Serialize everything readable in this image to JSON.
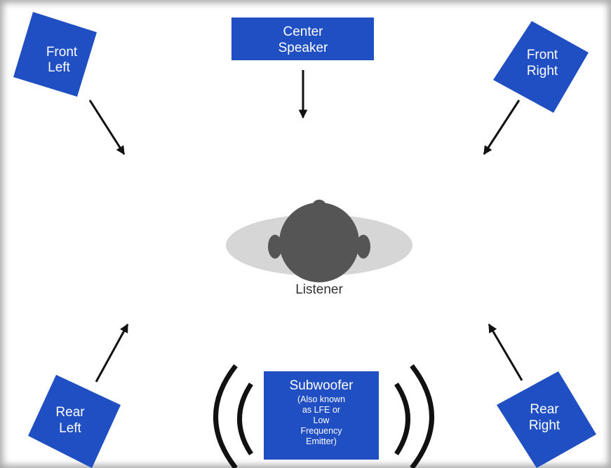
{
  "colors": {
    "speaker_fill": "#1f4fc2",
    "arrow": "#111111",
    "listener_head": "#555555",
    "listener_field": "#d6d6d6",
    "sound_waves": "#111111"
  },
  "speakers": {
    "front_left": {
      "line1": "Front",
      "line2": "Left"
    },
    "center": {
      "line1": "Center",
      "line2": "Speaker"
    },
    "front_right": {
      "line1": "Front",
      "line2": "Right"
    },
    "rear_left": {
      "line1": "Rear",
      "line2": "Left"
    },
    "rear_right": {
      "line1": "Rear",
      "line2": "Right"
    }
  },
  "subwoofer": {
    "title": "Subwoofer",
    "note_lines": [
      "(Also known",
      "as LFE or",
      "Low",
      "Frequency",
      "Emitter)"
    ]
  },
  "listener": {
    "label": "Listener"
  }
}
